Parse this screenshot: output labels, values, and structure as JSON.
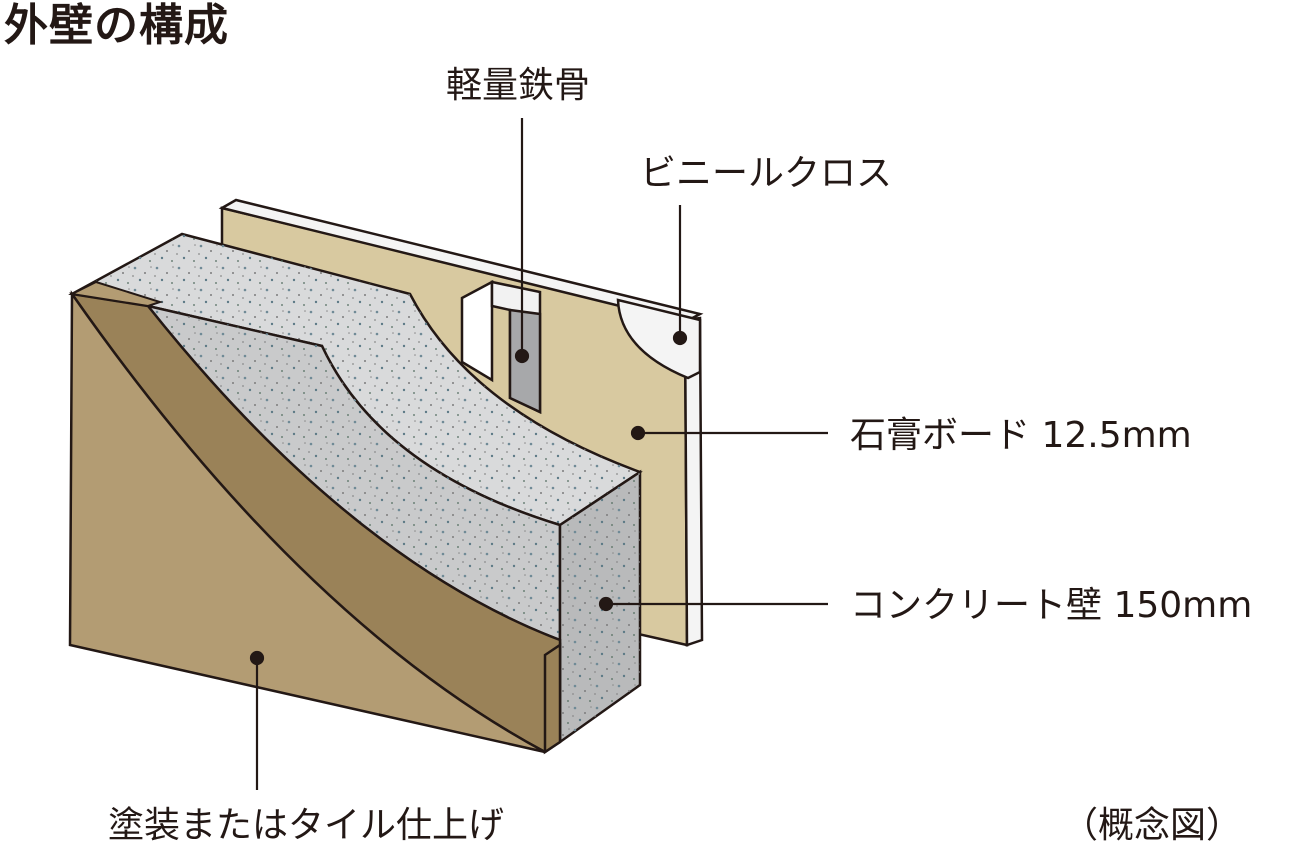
{
  "title": "外壁の構成",
  "labels": {
    "steel_frame": "軽量鉄骨",
    "vinyl_cloth": "ビニールクロス",
    "gypsum_board": "石膏ボード 12.5mm",
    "concrete_wall": "コンクリート壁 150mm",
    "finish": "塗装またはタイル仕上げ",
    "concept_note": "（概念図）"
  },
  "colors": {
    "outline": "#231815",
    "gypsum": "#d8c9a0",
    "concrete_top": "#d9dadb",
    "concrete_face": "#c9cacb",
    "concrete_side": "#b9babb",
    "finish_face": "#b39c73",
    "finish_edge": "#9a8258",
    "cloth": "#f4f4f4",
    "steel_dark": "#a7a8aa"
  }
}
